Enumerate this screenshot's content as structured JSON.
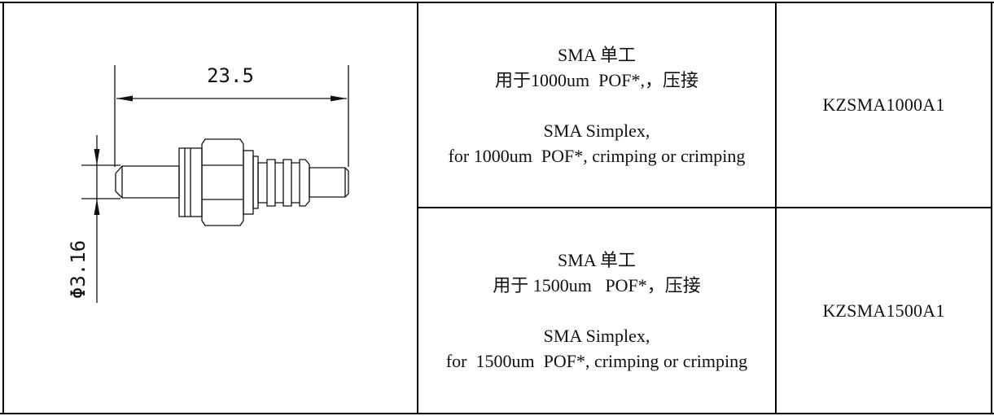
{
  "drawing": {
    "length_dim": "23.5",
    "diameter_dim": "Φ3.16"
  },
  "rows": [
    {
      "desc_cn_1": "SMA 单工",
      "desc_cn_2": "用于1000um  POF*,，压接",
      "desc_en_1": "SMA Simplex,",
      "desc_en_2": "for 1000um  POF*, crimping or crimping",
      "part_no": "KZSMA1000A1"
    },
    {
      "desc_cn_1": "SMA 单工",
      "desc_cn_2": "用于 1500um   POF*，压接",
      "desc_en_1": "SMA Simplex,",
      "desc_en_2": "for  1500um  POF*, crimping or crimping",
      "part_no": "KZSMA1500A1"
    }
  ]
}
